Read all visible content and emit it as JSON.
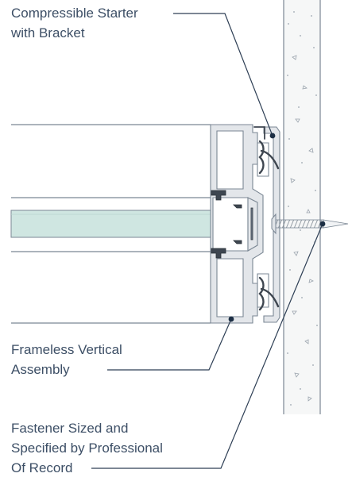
{
  "callouts": {
    "starter": {
      "line1": "Compressible Starter",
      "line2": "with Bracket"
    },
    "assembly": {
      "line1": "Frameless Vertical",
      "line2": "Assembly"
    },
    "fastener": {
      "line1": "Fastener Sized and",
      "line2": "Specified by Professional",
      "line3": "Of Record"
    }
  },
  "colors": {
    "text": "#3d4f66",
    "leader": "#2e3f55",
    "dot": "#1c2e44",
    "outline": "#7b8794",
    "aluminum": "#e3e6ea",
    "glass": "#cfe6e1",
    "gasket": "#3e4650",
    "concrete": "#f6f7f7"
  }
}
